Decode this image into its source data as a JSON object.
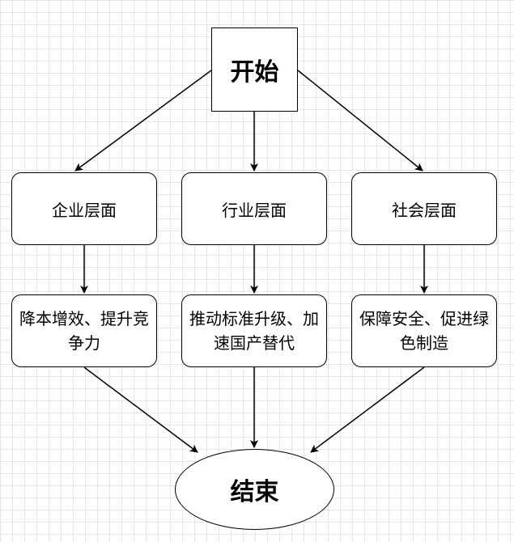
{
  "nodes": {
    "start": "开始",
    "levels": [
      "企业层面",
      "行业层面",
      "社会层面"
    ],
    "goals": [
      "降本增效、提升竞争力",
      "推动标准升级、加速国产替代",
      "保障安全、促进绿色制造"
    ],
    "end": "结束"
  }
}
